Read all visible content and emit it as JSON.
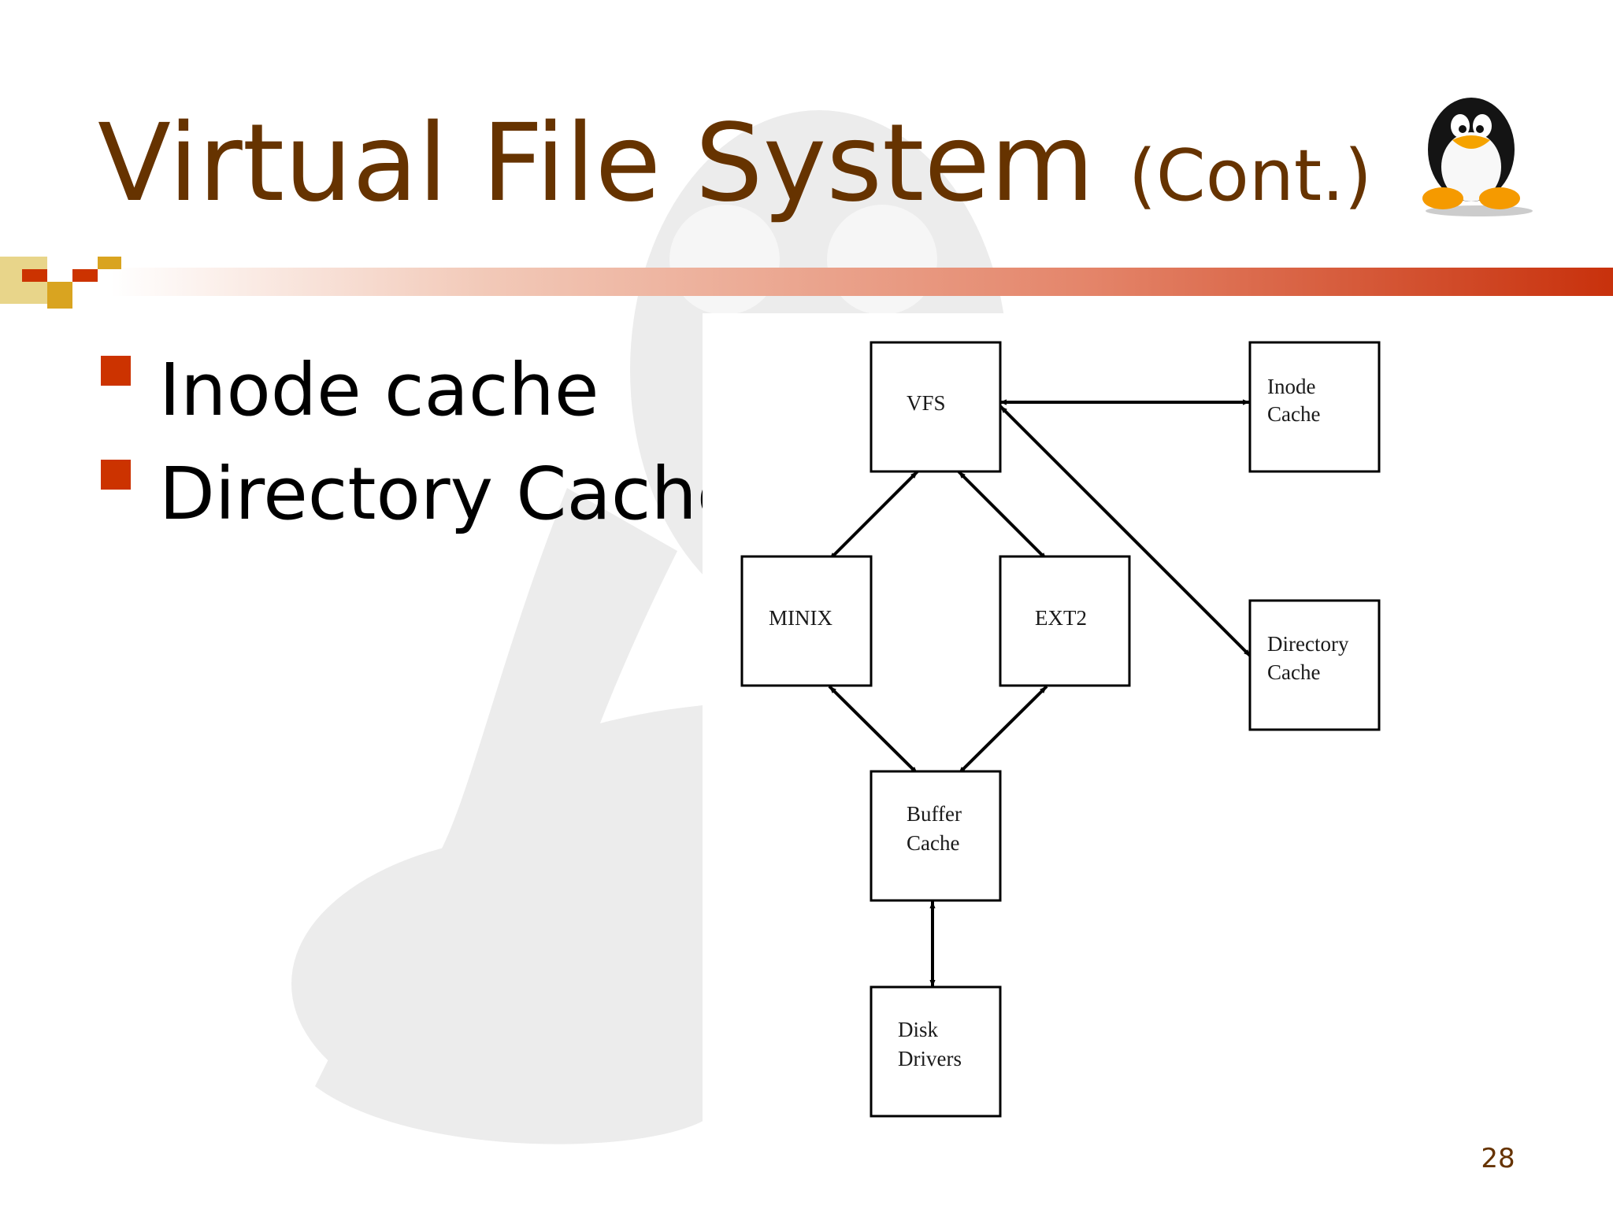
{
  "slide": {
    "title": "Virtual File System",
    "title_suffix": "(Cont.)",
    "bullets": [
      "Inode cache",
      "Directory Cache"
    ],
    "page_number": "28"
  },
  "diagram": {
    "nodes": {
      "vfs": [
        "VFS"
      ],
      "inode_cache": [
        "Inode",
        "Cache"
      ],
      "minix": [
        "MINIX"
      ],
      "ext2": [
        "EXT2"
      ],
      "directory_cache": [
        "Directory",
        "Cache"
      ],
      "buffer_cache": [
        "Buffer",
        "Cache"
      ],
      "disk_drivers": [
        "Disk",
        "Drivers"
      ]
    },
    "edges": [
      [
        "vfs",
        "inode_cache"
      ],
      [
        "vfs",
        "directory_cache"
      ],
      [
        "vfs",
        "minix"
      ],
      [
        "vfs",
        "ext2"
      ],
      [
        "minix",
        "buffer_cache"
      ],
      [
        "ext2",
        "buffer_cache"
      ],
      [
        "buffer_cache",
        "disk_drivers"
      ]
    ]
  },
  "colors": {
    "title": "#663300",
    "bullet_mark": "#cc3300",
    "rule": "#c8310c"
  },
  "icons": {
    "logo": "tux-penguin-icon",
    "watermark": "tux-penguin-watermark",
    "rule_decoration": "pixel-blocks-decoration"
  }
}
